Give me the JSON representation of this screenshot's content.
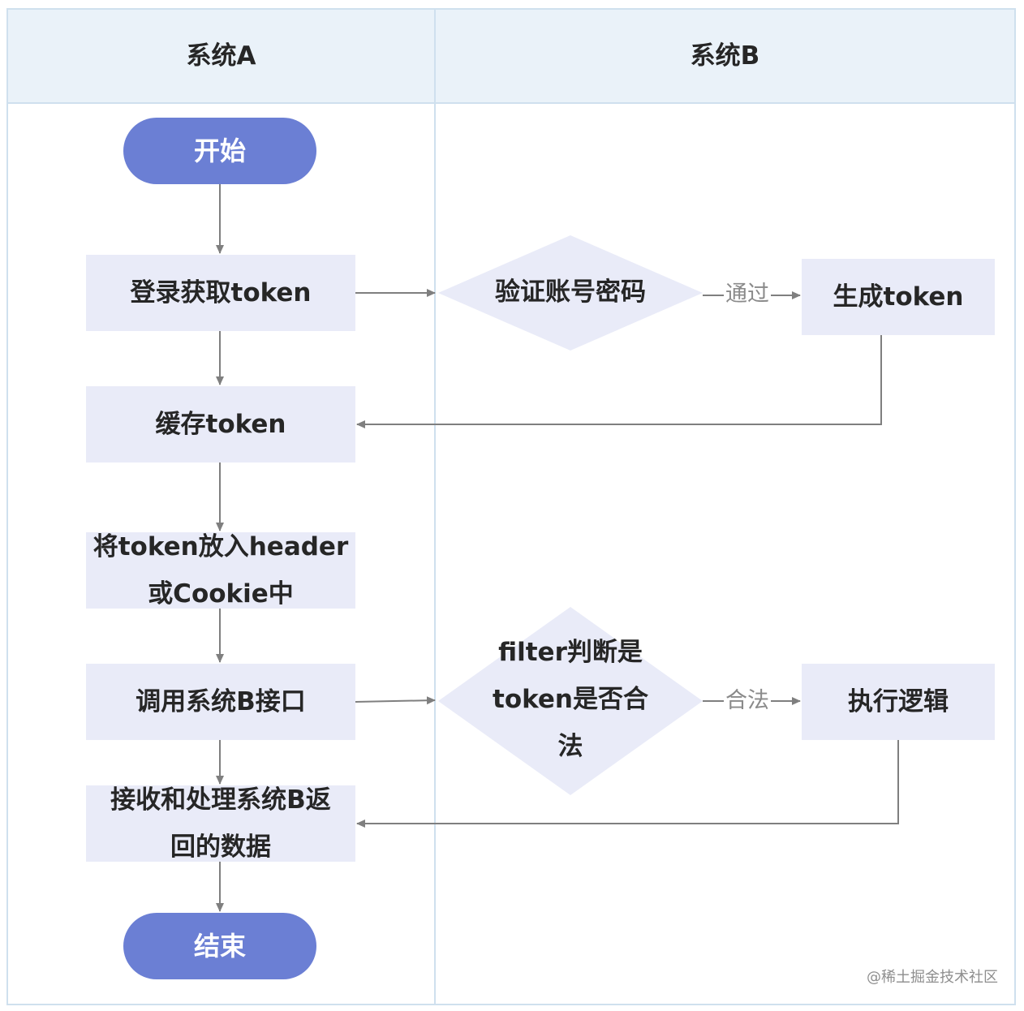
{
  "lanes": {
    "a": {
      "title": "系统A"
    },
    "b": {
      "title": "系统B"
    }
  },
  "nodes": {
    "start": "开始",
    "login": "登录获取token",
    "verify": "验证账号密码",
    "generate": "生成token",
    "cache": "缓存token",
    "put_header_1": "将token放入header",
    "put_header_2": "或Cookie中",
    "call_b": "调用系统B接口",
    "filter_1": "filter判断是",
    "filter_2": "token是否合",
    "filter_3": "法",
    "execute": "执行逻辑",
    "receive_1": "接收和处理系统B返",
    "receive_2": "回的数据",
    "end": "结束"
  },
  "edges": {
    "pass_label": "通过",
    "legal_label": "合法"
  },
  "watermark": "@稀土掘金技术社区",
  "colors": {
    "header_bg": "#eaf2f9",
    "lane_border": "#cfe0ee",
    "process_fill": "#e9ebf8",
    "terminal_fill": "#6b7fd4",
    "arrow": "#7f7f7f"
  }
}
